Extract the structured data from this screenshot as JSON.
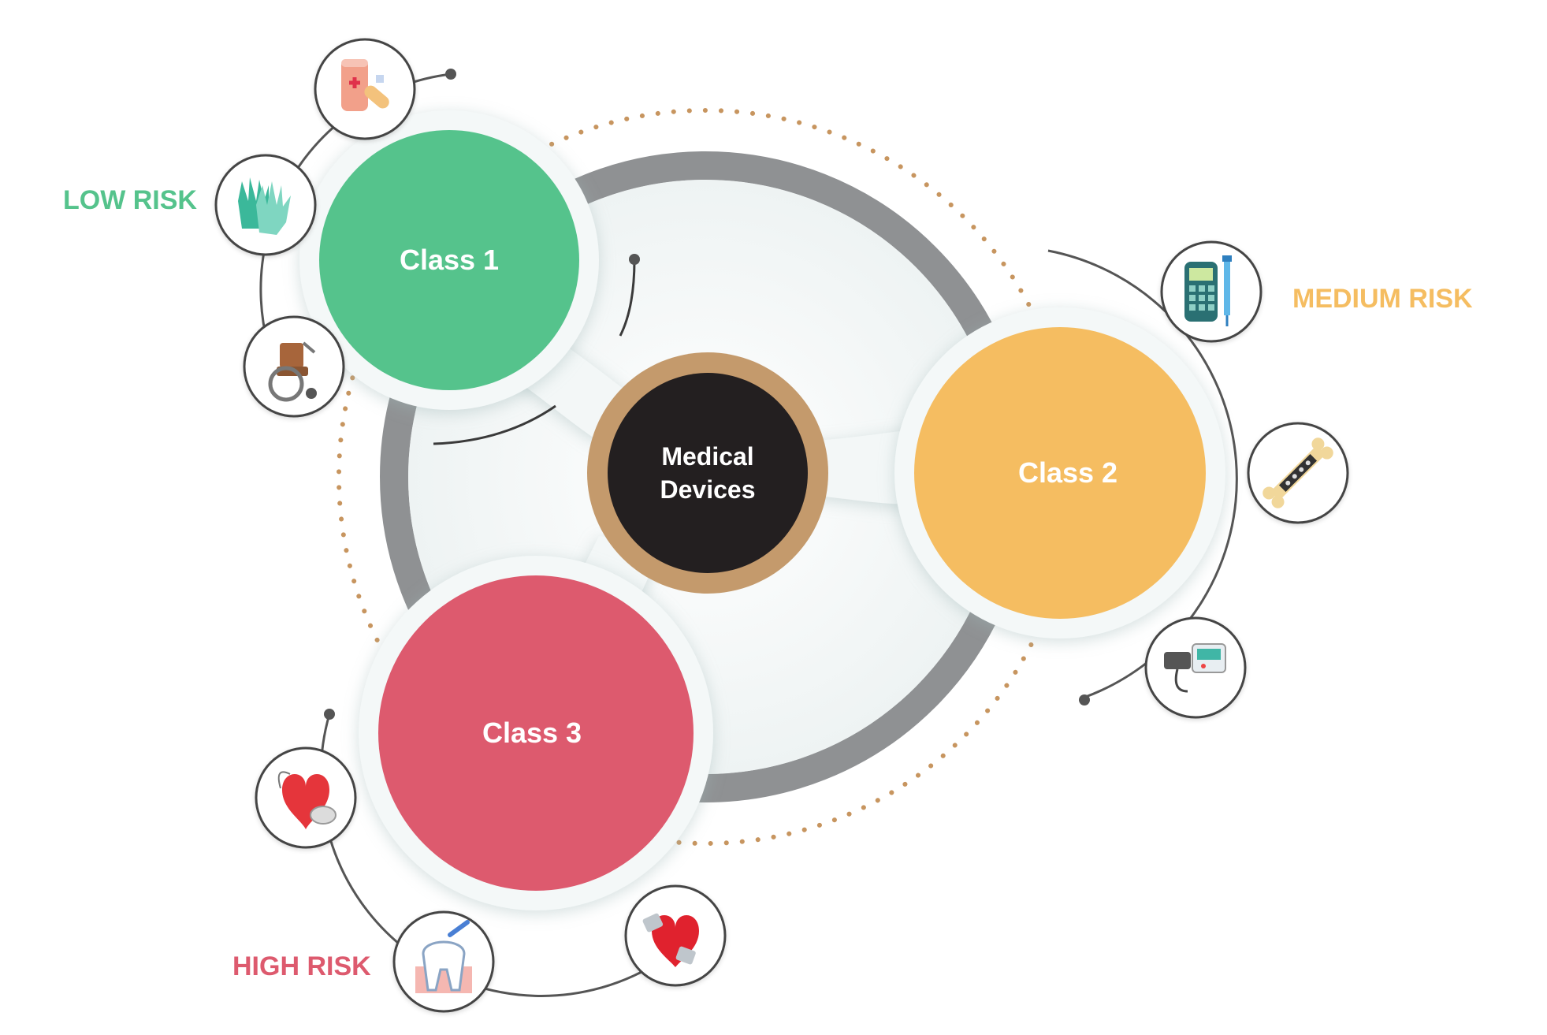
{
  "center": {
    "line1": "Medical",
    "line2": "Devices"
  },
  "classes": [
    {
      "label": "Class 1",
      "risk": "LOW RISK",
      "color": "#55c38c",
      "icons": [
        "bandage-roll-icon",
        "gloves-icon",
        "wheelchair-icon"
      ]
    },
    {
      "label": "Class 2",
      "risk": "MEDIUM RISK",
      "color": "#f5bd61",
      "icons": [
        "infusion-pump-icon",
        "bone-implant-icon",
        "blood-pressure-monitor-icon"
      ]
    },
    {
      "label": "Class 3",
      "risk": "HIGH RISK",
      "color": "#dd5a6e",
      "icons": [
        "pacemaker-heart-icon",
        "dental-implant-icon",
        "heart-valve-icon"
      ]
    }
  ],
  "colors": {
    "ring": "#8f9193",
    "center_fill": "#231f20",
    "center_border": "#c49a6c",
    "dots": "#c7955f"
  }
}
